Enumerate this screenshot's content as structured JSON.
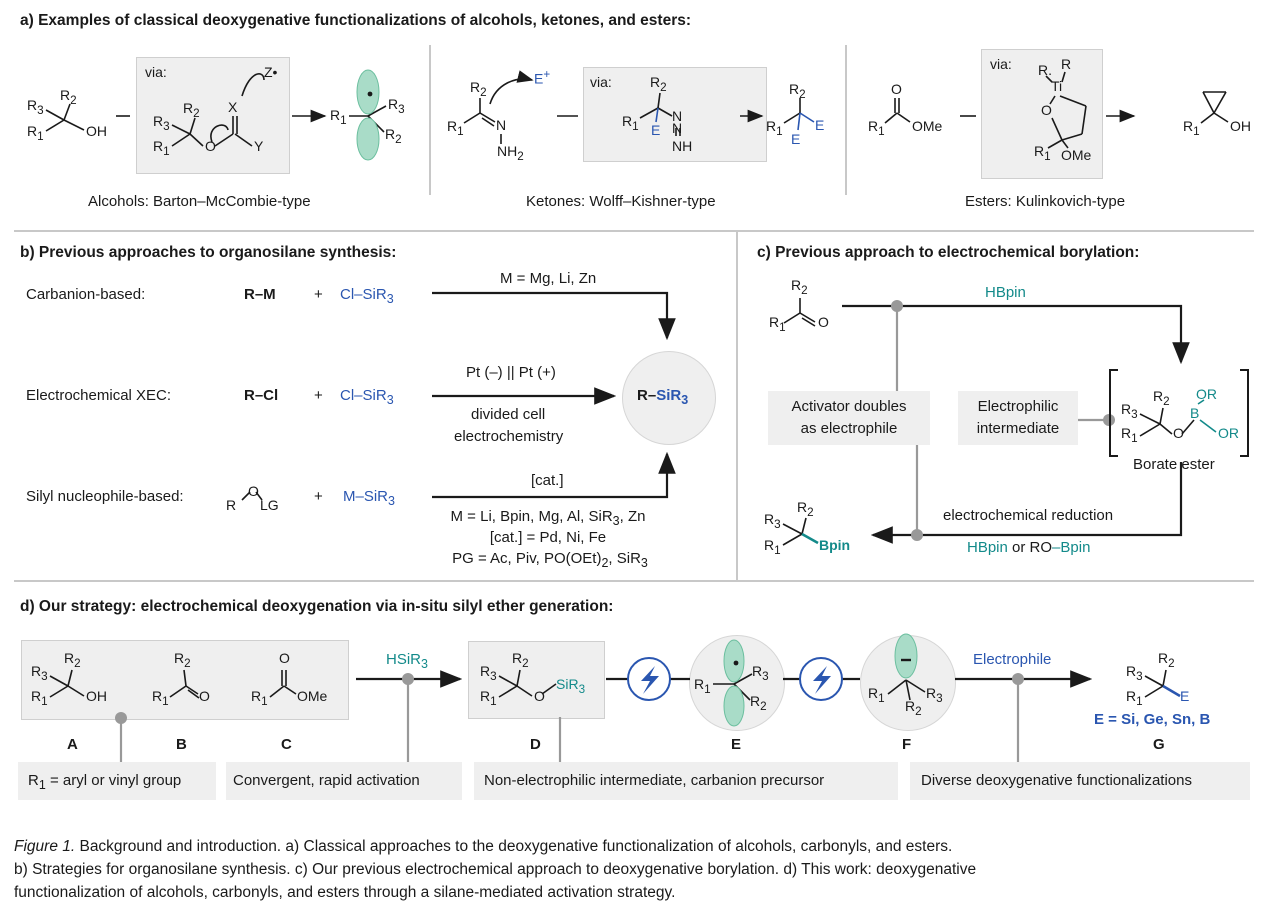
{
  "panel_a": {
    "title": "a) Examples of classical deoxygenative functionalizations of alcohols, ketones, and esters:",
    "alcohol_caption": "Alcohols: Barton–McCombie-type",
    "ketone_caption": "Ketones: Wolff–Kishner-type",
    "ester_caption": "Esters: Kulinkovich-type",
    "via": "via:",
    "labels": {
      "R1": "R1",
      "R2": "R2",
      "R3": "R3",
      "OH": "OH",
      "O": "O",
      "X": "X",
      "Y": "Y",
      "Z": "Z•",
      "N": "N",
      "NH2": "NH2",
      "NH": "NH",
      "E": "E",
      "Eplus": "E+",
      "OMe": "OMe",
      "Ti": "Ti",
      "R": "R"
    }
  },
  "panel_b": {
    "title": "b) Previous approaches to organosilane synthesis:",
    "rows": [
      {
        "label": "Carbanion-based:",
        "reagent1": "R–M",
        "plus": "+",
        "reagent2": "Cl–SiR3",
        "cond_top": "M = Mg, Li, Zn"
      },
      {
        "label": "Electrochemical XEC:",
        "reagent1": "R–Cl",
        "plus": "+",
        "reagent2": "Cl–SiR3",
        "cond_top": "Pt (–) || Pt (+)",
        "cond_bottom_1": "divided cell",
        "cond_bottom_2": "electrochemistry"
      },
      {
        "label": "Silyl nucleophile-based:",
        "reagent1": "R^O^LG",
        "plus": "+",
        "reagent2": "M–SiR3",
        "cond_top": "[cat.]",
        "cond_bottom_1": "M = Li, Bpin, Mg, Al, SiR3, Zn",
        "cond_bottom_2": "[cat.] = Pd, Ni, Fe",
        "cond_bottom_3": "PG = Ac, Piv, PO(OEt)2, SiR3"
      }
    ],
    "product": "R–SiR3"
  },
  "panel_c": {
    "title": "c) Previous approach to electrochemical borylation:",
    "reagent": "HBpin",
    "note_left_1": "Activator doubles",
    "note_left_2": "as electrophile",
    "note_mid_1": "Electrophilic",
    "note_mid_2": "intermediate",
    "borate_label": "Borate ester",
    "bottom_reagent_1": "electrochemical reduction",
    "bottom_reagent_2a": "HBpin",
    "bottom_reagent_2b": " or RO",
    "bottom_reagent_2c": "–Bpin",
    "product": "Bpin",
    "OR": "OR",
    "B": "B"
  },
  "panel_d": {
    "title": "d) Our strategy: electrochemical deoxygenation via in-situ silyl ether generation:",
    "reagent1": "HSiR3",
    "reagent2": "Electrophile",
    "compound_labels": [
      "A",
      "B",
      "C",
      "D",
      "E",
      "F",
      "G"
    ],
    "E_def": "E = Si, Ge, Sn, B",
    "notes": [
      "R1 = aryl or vinyl group",
      "Convergent, rapid activation",
      "Non-electrophilic intermediate, carbanion precursor",
      "Diverse deoxygenative functionalizations"
    ],
    "silyl": "SiR3"
  },
  "caption": {
    "label": "Figure 1.",
    "line1": " Background and introduction. a) Classical approaches to the deoxygenative functionalization of alcohols, carbonyls, and esters.",
    "line2": "b) Strategies for organosilane synthesis. c) Our previous electrochemical approach to deoxygenative borylation. d) This work: deoxygenative",
    "line3": "functionalization of alcohols, carbonyls, and esters through a silane-mediated activation strategy."
  },
  "colors": {
    "blue": "#2a56b0",
    "teal": "#138a8a",
    "box_gray": "#efefef",
    "divider": "#c8c8c8",
    "orbital": "#a9dcc8"
  }
}
